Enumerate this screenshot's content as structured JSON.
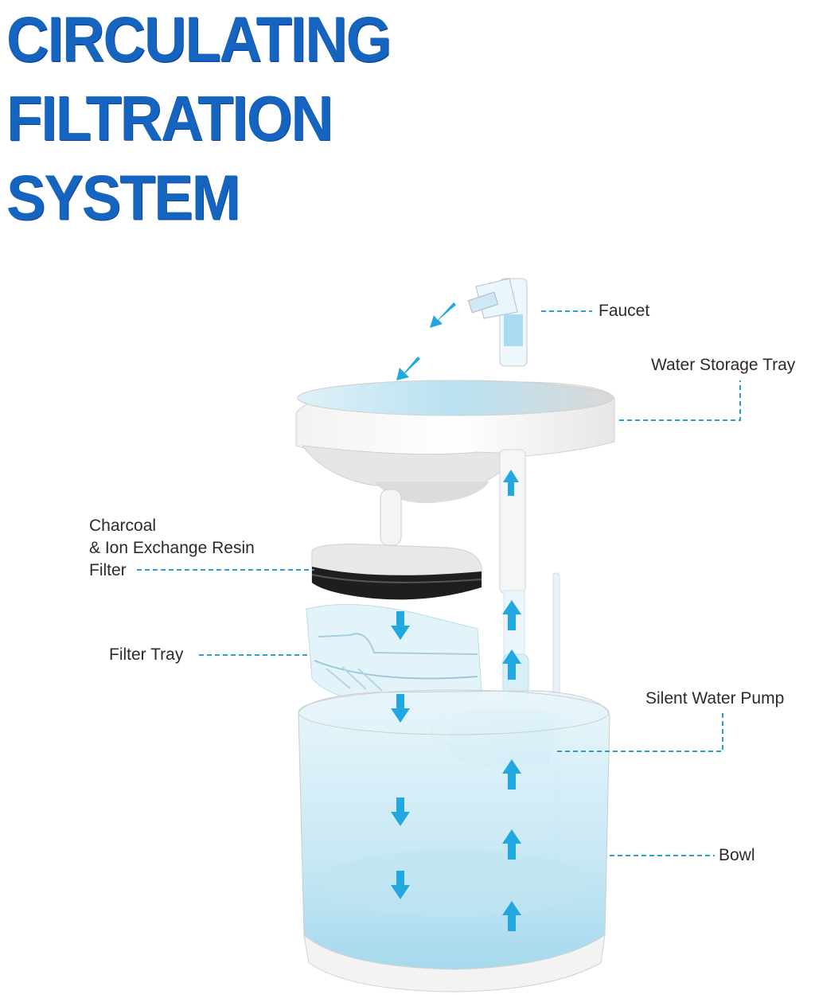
{
  "title": {
    "line1": "CIRCULATING",
    "line2": "FILTRATION",
    "line3": "SYSTEM"
  },
  "labels": {
    "faucet": "Faucet",
    "water_storage_tray": "Water Storage Tray",
    "charcoal_line1": "Charcoal",
    "charcoal_line2": "& Ion Exchange Resin",
    "charcoal_line3": "Filter",
    "filter_tray": "Filter Tray",
    "silent_water_pump": "Silent Water Pump",
    "bowl": "Bowl"
  },
  "colors": {
    "title": "#1565c0",
    "leader": "#2a9fd0",
    "arrow": "#22a8e0",
    "water": "#bfe6f4"
  }
}
